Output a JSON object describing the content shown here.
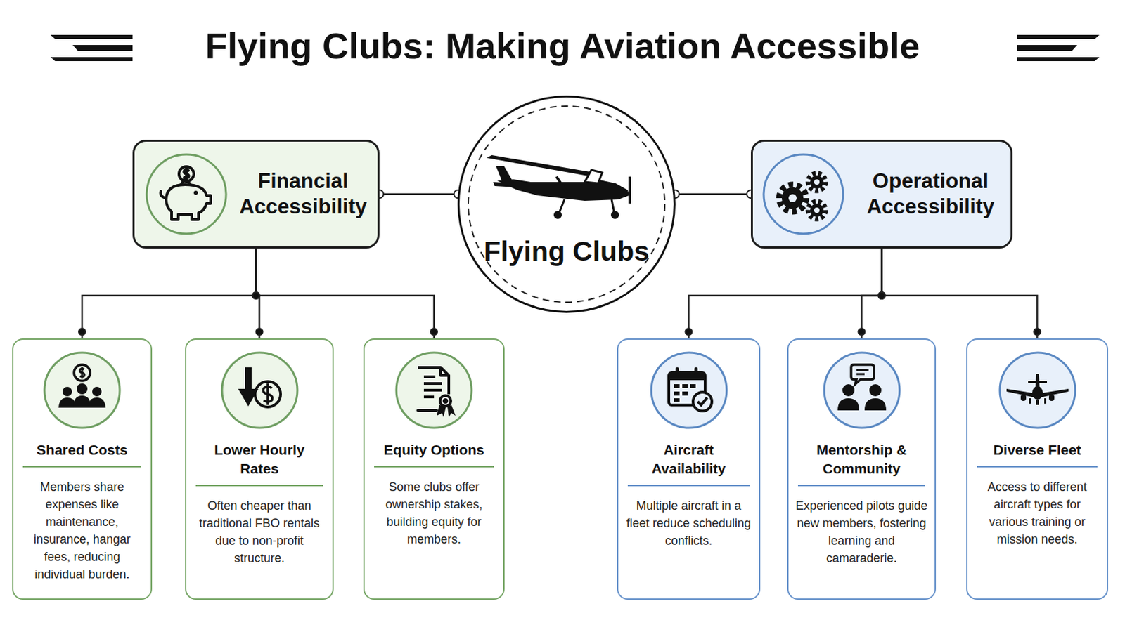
{
  "diagram": {
    "title": "Flying Clubs: Making Aviation Accessible",
    "nodes": [
      {
        "text": [
          "Flying Clubs"
        ]
      },
      {
        "text": [
          "Financial Accessibility"
        ]
      },
      {
        "text": [
          "Operational Accessibility"
        ]
      },
      {
        "text": [
          "Shared Costs",
          "Members share expenses like maintenance, insurance, hangar fees, reducing individual burden."
        ]
      },
      {
        "text": [
          "Lower Hourly Rates",
          "Often cheaper than traditional FBO rentals due to non-profit structure."
        ]
      },
      {
        "text": [
          "Equity Options",
          "Some clubs offer ownership stakes, building equity for members."
        ]
      },
      {
        "text": [
          "Aircraft Availability",
          "Multiple aircraft in a fleet reduce scheduling conflicts."
        ]
      },
      {
        "text": [
          "Mentorship & Community",
          "Experienced pilots guide new members, fostering learning and camaraderie."
        ]
      },
      {
        "text": [
          "Diverse Fleet",
          "Access to different aircraft types for various training or mission needs."
        ]
      }
    ],
    "edges": [
      {
        "from": 0,
        "to": 1,
        "arrow": "none"
      },
      {
        "from": 0,
        "to": 2,
        "arrow": "none"
      },
      {
        "from": 1,
        "to": 3,
        "arrow": "none"
      },
      {
        "from": 1,
        "to": 4,
        "arrow": "none"
      },
      {
        "from": 1,
        "to": 5,
        "arrow": "none"
      },
      {
        "from": 2,
        "to": 6,
        "arrow": "none"
      },
      {
        "from": 2,
        "to": 7,
        "arrow": "none"
      },
      {
        "from": 2,
        "to": 8,
        "arrow": "none"
      }
    ]
  }
}
